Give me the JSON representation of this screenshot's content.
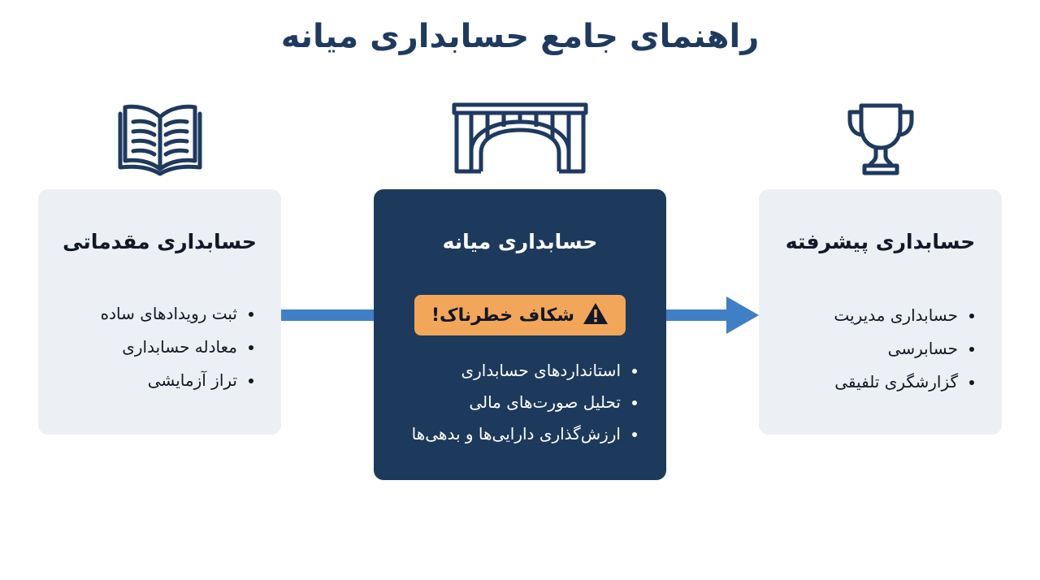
{
  "title": "راهنمای جامع حسابداری میانه",
  "stages": [
    {
      "title": "حسابداری مقدماتی",
      "icon": "open-book-icon",
      "items": [
        "ثبت رویدادهای ساده",
        "معادله حسابداری",
        "تراز آزمایشی"
      ]
    },
    {
      "title": "حسابداری میانه",
      "icon": "bridge-icon",
      "warning": "شکاف خطرناک!",
      "warning_icon": "warning-icon",
      "items": [
        "استانداردهای حسابداری",
        "تحلیل صورت‌های مالی",
        "ارزش‌گذاری دارایی‌ها و بدهی‌ها"
      ]
    },
    {
      "title": "حسابداری پیشرفته",
      "icon": "trophy-icon",
      "items": [
        "حسابداری مدیریت",
        "حسابرسی",
        "گزارشگری تلفیقی"
      ]
    }
  ],
  "colors": {
    "navy": "#1d3a5c",
    "card_light": "#eceff3",
    "warning": "#f2a65a",
    "arrow": "#3f7fc6"
  }
}
